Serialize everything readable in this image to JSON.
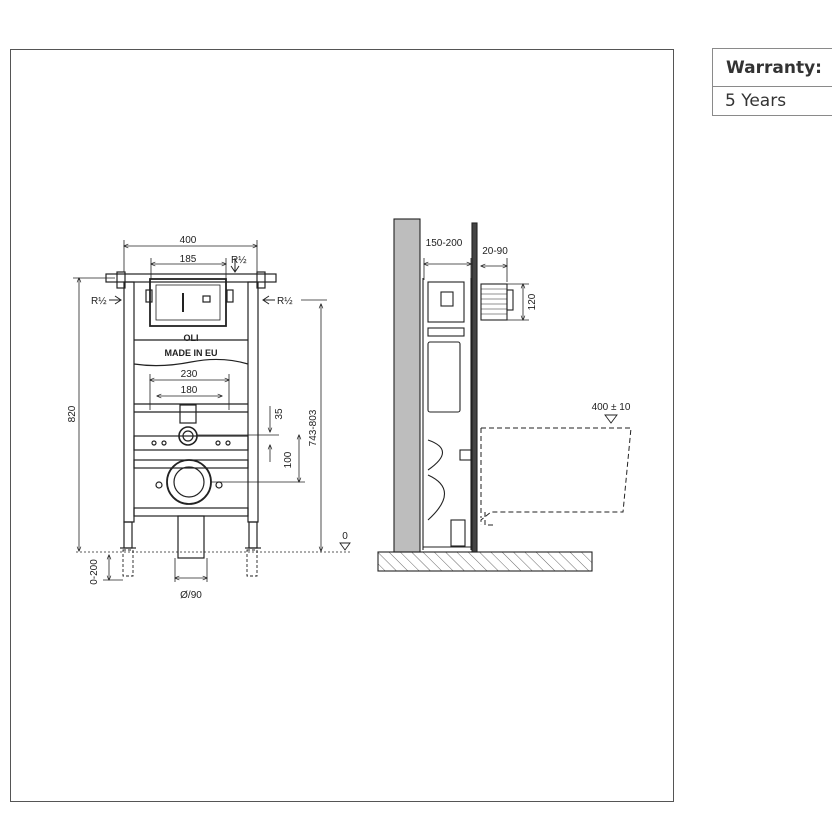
{
  "warranty": {
    "label": "Warranty:",
    "value": "5 Years"
  },
  "front_view": {
    "width_total": "400",
    "width_plate": "185",
    "inlet_left": "R½",
    "inlet_top": "R½",
    "inlet_right": "R½",
    "brand": "OLI",
    "made_in": "MADE IN EU",
    "width_230": "230",
    "width_180": "180",
    "height_total": "820",
    "height_range": "743-803",
    "dim_35": "35",
    "dim_100": "100",
    "feet_range": "0-200",
    "pipe_diameter": "Ø/90"
  },
  "side_view": {
    "depth_range": "150-200",
    "wall_gap": "20-90",
    "dim_120": "120",
    "bowl_height": "400 ± 10",
    "floor_level": "0"
  }
}
